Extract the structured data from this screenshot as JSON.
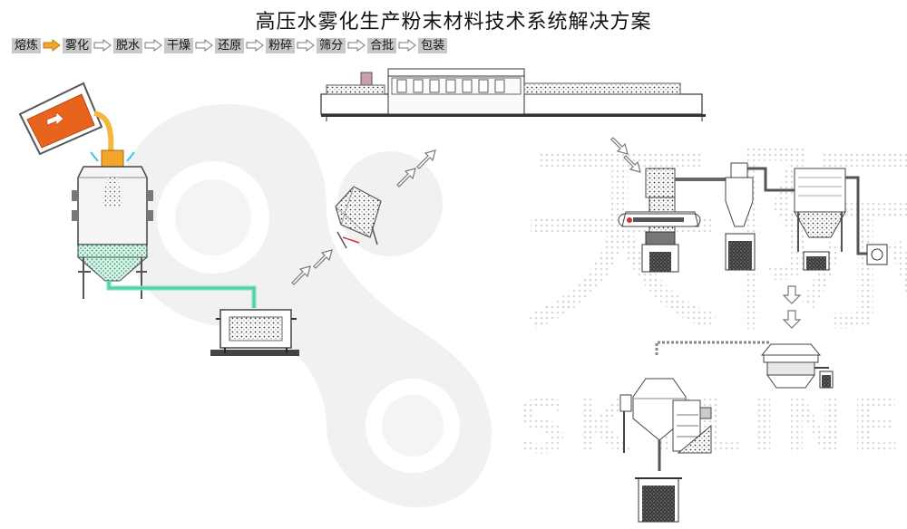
{
  "title": "高压水雾化生产粉末材料技术系统解决方案",
  "steps": [
    {
      "label": "熔炼",
      "active": true
    },
    {
      "label": "雾化",
      "active": false
    },
    {
      "label": "脱水",
      "active": false
    },
    {
      "label": "干燥",
      "active": false
    },
    {
      "label": "还原",
      "active": false
    },
    {
      "label": "粉碎",
      "active": false
    },
    {
      "label": "筛分",
      "active": false
    },
    {
      "label": "合批",
      "active": false
    },
    {
      "label": "包装",
      "active": false
    }
  ],
  "watermark": {
    "cn": "天际",
    "en": "SKYLINE"
  },
  "colors": {
    "molten": "#e8641e",
    "pipe": "#6fe2bd",
    "arrow_active": "#f4a62a",
    "step_bg": "#c8c8c8",
    "watermark": "#ececec"
  }
}
